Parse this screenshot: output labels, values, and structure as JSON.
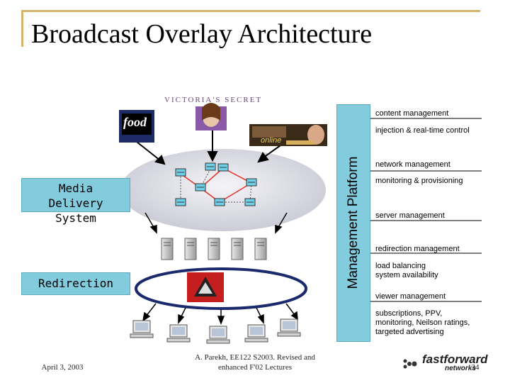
{
  "slide": {
    "title": "Broadcast Overlay Architecture",
    "media_delivery_label": "Media Delivery System",
    "redirection_label": "Redirection",
    "management_platform_label": "Management Platform",
    "brand_victorias_secret": "VICTORIA'S SECRET",
    "brand_food_network": "food",
    "brand_online": "online"
  },
  "management": [
    {
      "text": "content management",
      "kind": "heading"
    },
    {
      "text": "injection & real-time control",
      "kind": "detail"
    },
    {
      "text": "network management",
      "kind": "heading"
    },
    {
      "text": "monitoring & provisioning",
      "kind": "detail"
    },
    {
      "text": "server management",
      "kind": "heading"
    },
    {
      "text": "redirection management",
      "kind": "heading"
    },
    {
      "text": "load balancing\nsystem availability",
      "kind": "detail"
    },
    {
      "text": "viewer management",
      "kind": "heading"
    },
    {
      "text": "subscriptions, PPV,\nmonitoring, Neilson ratings,\ntargeted advertising",
      "kind": "detail"
    }
  ],
  "footer": {
    "date": "April 3, 2003",
    "credit": "A. Parekh, EE122 S2003. Revised and enhanced F'02 Lectures",
    "logo": "fastforward",
    "logo_sub": "networks",
    "page": "34"
  },
  "colors": {
    "accent_blue": "#82ccdd",
    "frame_gold": "#d4b36a",
    "cloud_gray": "#d8d8e0",
    "ring_blue": "#1a2a6c"
  }
}
